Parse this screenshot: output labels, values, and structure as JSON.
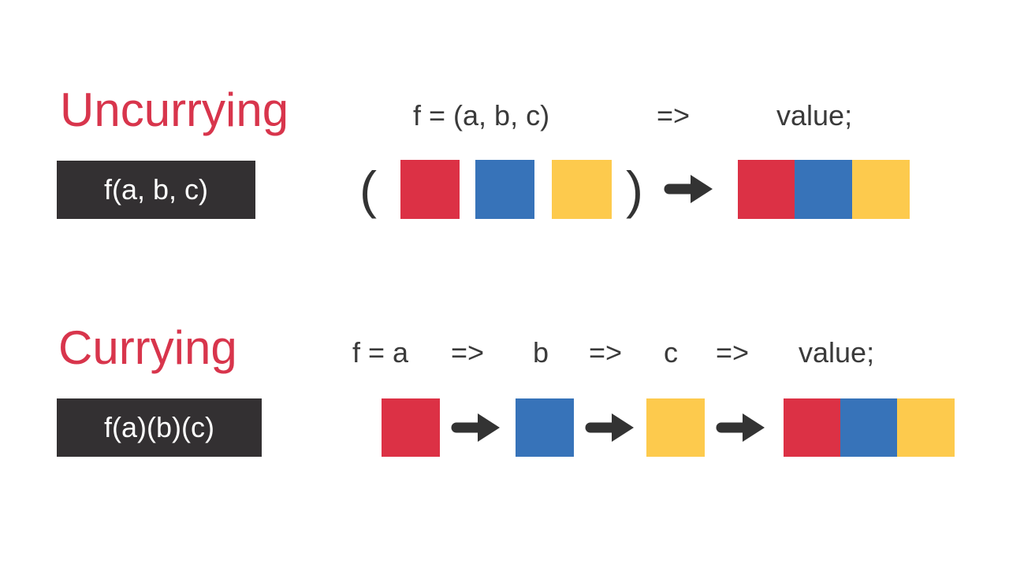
{
  "colors": {
    "background": "#FFFFFF",
    "title_red": "#D8354C",
    "square_red": "#DC3145",
    "square_blue": "#3773B9",
    "square_yellow": "#FDCA4D",
    "box_dark": "#333032",
    "box_text": "#FFFFFF",
    "code_text": "#3A3A3A",
    "arrow_dark": "#333333"
  },
  "uncurrying": {
    "title": "Uncurrying",
    "signature": "f(a, b, c)",
    "code_lhs": "f = (a, b, c)",
    "code_arrow": "=>",
    "code_rhs": "value;",
    "open_paren": "(",
    "close_paren": ")",
    "arg_squares": [
      "square_red",
      "square_blue",
      "square_yellow"
    ],
    "result_squares": [
      "square_red",
      "square_blue",
      "square_yellow"
    ]
  },
  "currying": {
    "title": "Currying",
    "signature": "f(a)(b)(c)",
    "code_tokens": [
      "f = a",
      "=>",
      "b",
      "=>",
      "c",
      "=>",
      "value;"
    ],
    "chain_squares": [
      "square_red",
      "square_blue",
      "square_yellow"
    ],
    "result_squares": [
      "square_red",
      "square_blue",
      "square_yellow"
    ]
  }
}
